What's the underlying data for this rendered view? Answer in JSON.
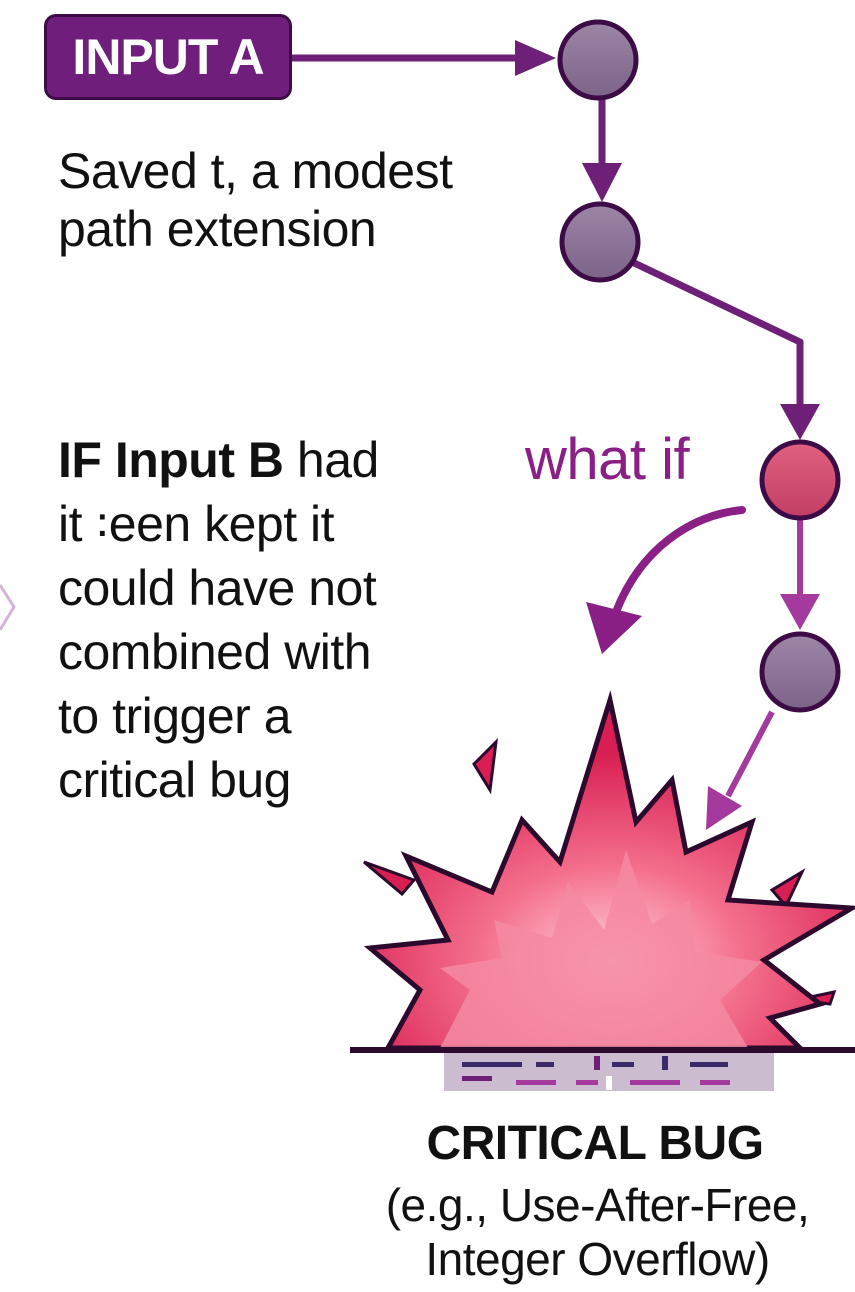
{
  "input_a": {
    "label": "INPUT A"
  },
  "saved_note": {
    "lines": [
      "Saved t, a modest",
      "path extension"
    ]
  },
  "if_note": {
    "bold": "IF Input B",
    "rest_first": " had",
    "lines": [
      "it ꞉een kept it",
      "could have not",
      "combined with",
      "to trigger a",
      "critical bug"
    ]
  },
  "what_if": {
    "label": "what if"
  },
  "bug": {
    "title": "CRITICAL BUG",
    "subtitle_lines": [
      "(e.g., Use-After-Free,",
      "Integer Overflow)"
    ]
  },
  "colors": {
    "purple_dark": "#3d0b45",
    "purple": "#6f1f7b",
    "arrow_purple": "#6e1f78",
    "arrow_magenta": "#a43a9e",
    "node_gray": "#8c7596",
    "node_red": "#d14f74",
    "burst_red": "#d81e52",
    "burst_pink": "#f2748f"
  }
}
